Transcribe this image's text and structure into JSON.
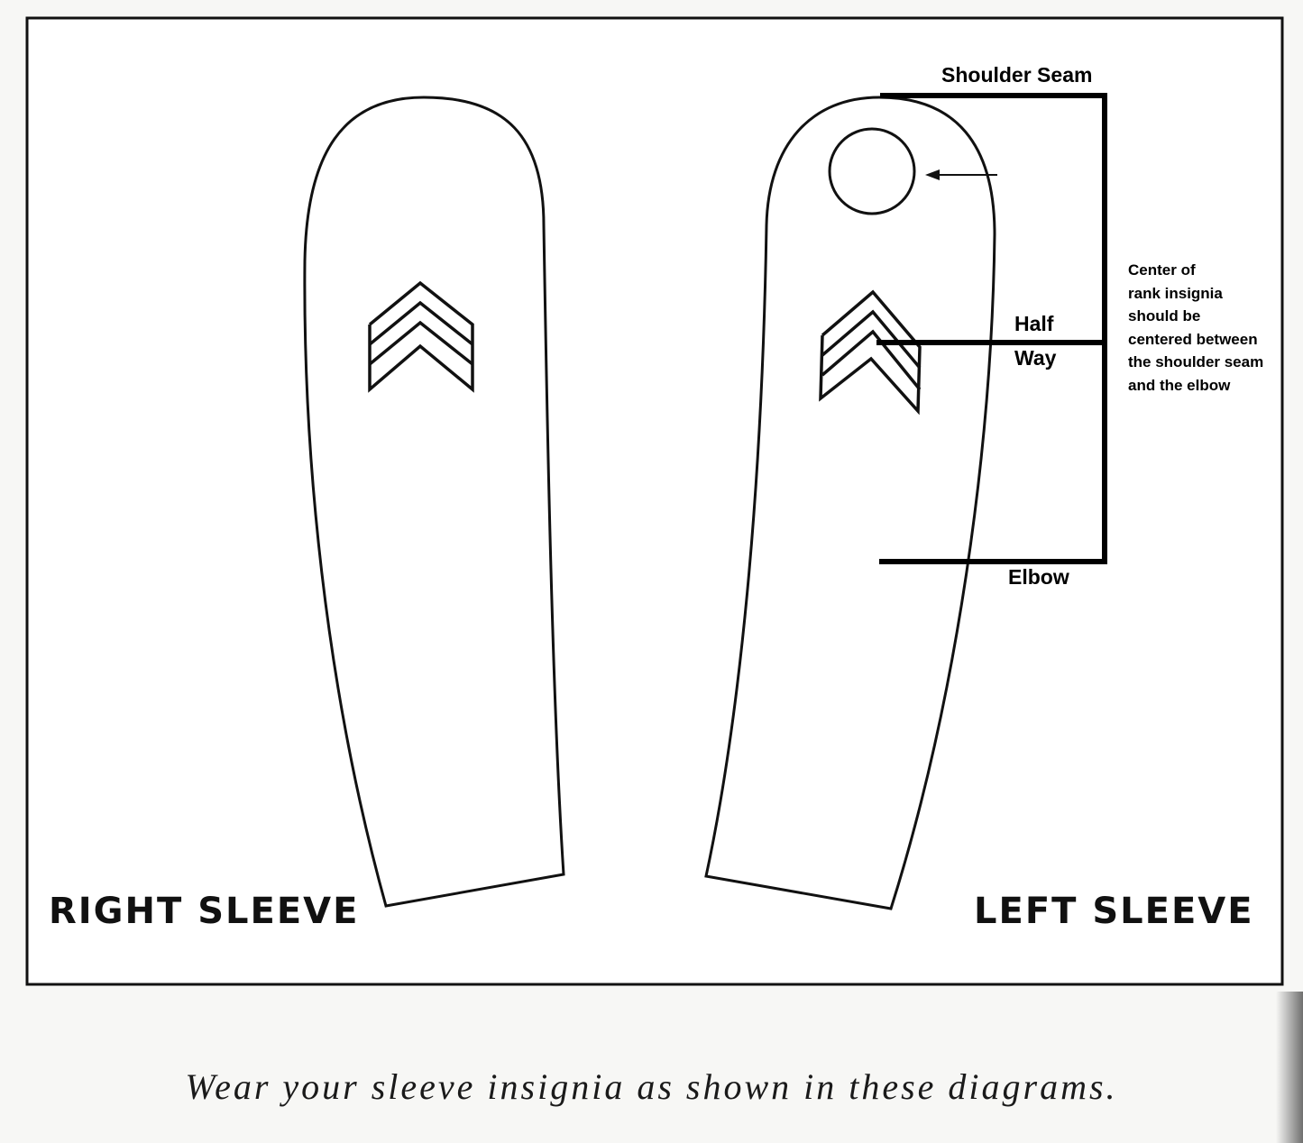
{
  "sleeves": {
    "right_label": "RIGHT SLEEVE",
    "left_label": "LEFT SLEEVE"
  },
  "annotations": {
    "shoulder_seam": "Shoulder Seam",
    "half_way_line1": "Half",
    "half_way_line2": "Way",
    "elbow": "Elbow",
    "note_lines": [
      "Center of",
      "rank insignia",
      "should be",
      "centered between",
      "the shoulder seam",
      "and the elbow"
    ]
  },
  "caption": "Wear your sleeve insignia as shown in these diagrams.",
  "colors": {
    "ink": "#111111",
    "annotation": "#000000",
    "paper": "#f7f7f5"
  }
}
